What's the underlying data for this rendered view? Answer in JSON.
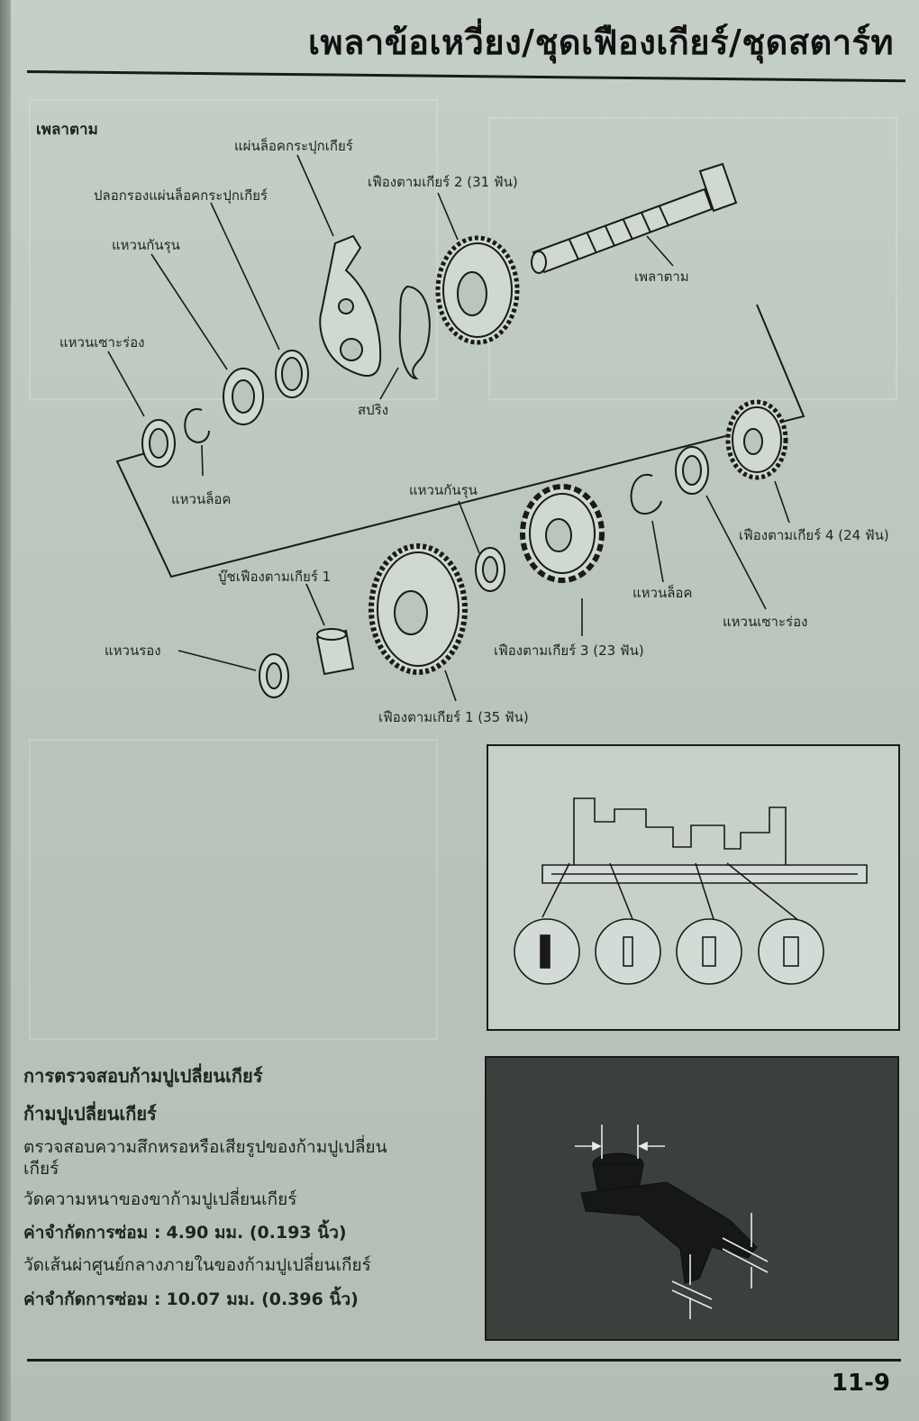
{
  "header": {
    "title": "เพลาข้อเหวี่ยง/ชุดเฟืองเกียร์/ชุดสตาร์ท"
  },
  "diagram": {
    "section_label": "เพลาตาม",
    "labels": {
      "lock_plate": "แผ่นล็อคกระปุกเกียร์",
      "lock_plate_collar": "ปลอกรองแผ่นล็อคกระปุกเกียร์",
      "thrust_washer_top": "แหวนกันรุน",
      "splined_washer_left": "แหวนเซาะร่อง",
      "snap_ring_left": "แหวนล็อค",
      "gear2": "เฟืองตามเกียร์ 2 (31 ฟัน)",
      "shaft": "เพลาตาม",
      "spring": "สปริง",
      "gear1_bushing": "บู๊ชเฟืองตามเกียร์ 1",
      "thrust_washer_mid": "แหวนกันรุน",
      "washer": "แหวนรอง",
      "gear3": "เฟืองตามเกียร์ 3 (23 ฟัน)",
      "snap_ring_right": "แหวนล็อค",
      "gear4": "เฟืองตามเกียร์ 4 (24 ฟัน)",
      "splined_washer_right": "แหวนเซาะร่อง",
      "gear1": "เฟืองตามเกียร์ 1 (35 ฟัน)"
    }
  },
  "inspection": {
    "heading1": "การตรวจสอบก้ามปูเปลี่ยนเกียร์",
    "heading2": "ก้ามปูเปลี่ยนเกียร์",
    "para1": "ตรวจสอบความสึกหรอหรือเสียรูปของก้ามปูเปลี่ยน",
    "para1_cont": "เกียร์",
    "para2": "วัดความหนาของขาก้ามปูเปลี่ยนเกียร์",
    "spec1_label": "ค่าจำกัดการซ่อม :",
    "spec1_value": "4.90 มม. (0.193 นิ้ว)",
    "para3": "วัดเส้นผ่าศูนย์กลางภายในของก้ามปูเปลี่ยนเกียร์",
    "spec2_label": "ค่าจำกัดการซ่อม :",
    "spec2_value": "10.07 มม. (0.396 นิ้ว)"
  },
  "footer": {
    "page_number": "11-9"
  }
}
